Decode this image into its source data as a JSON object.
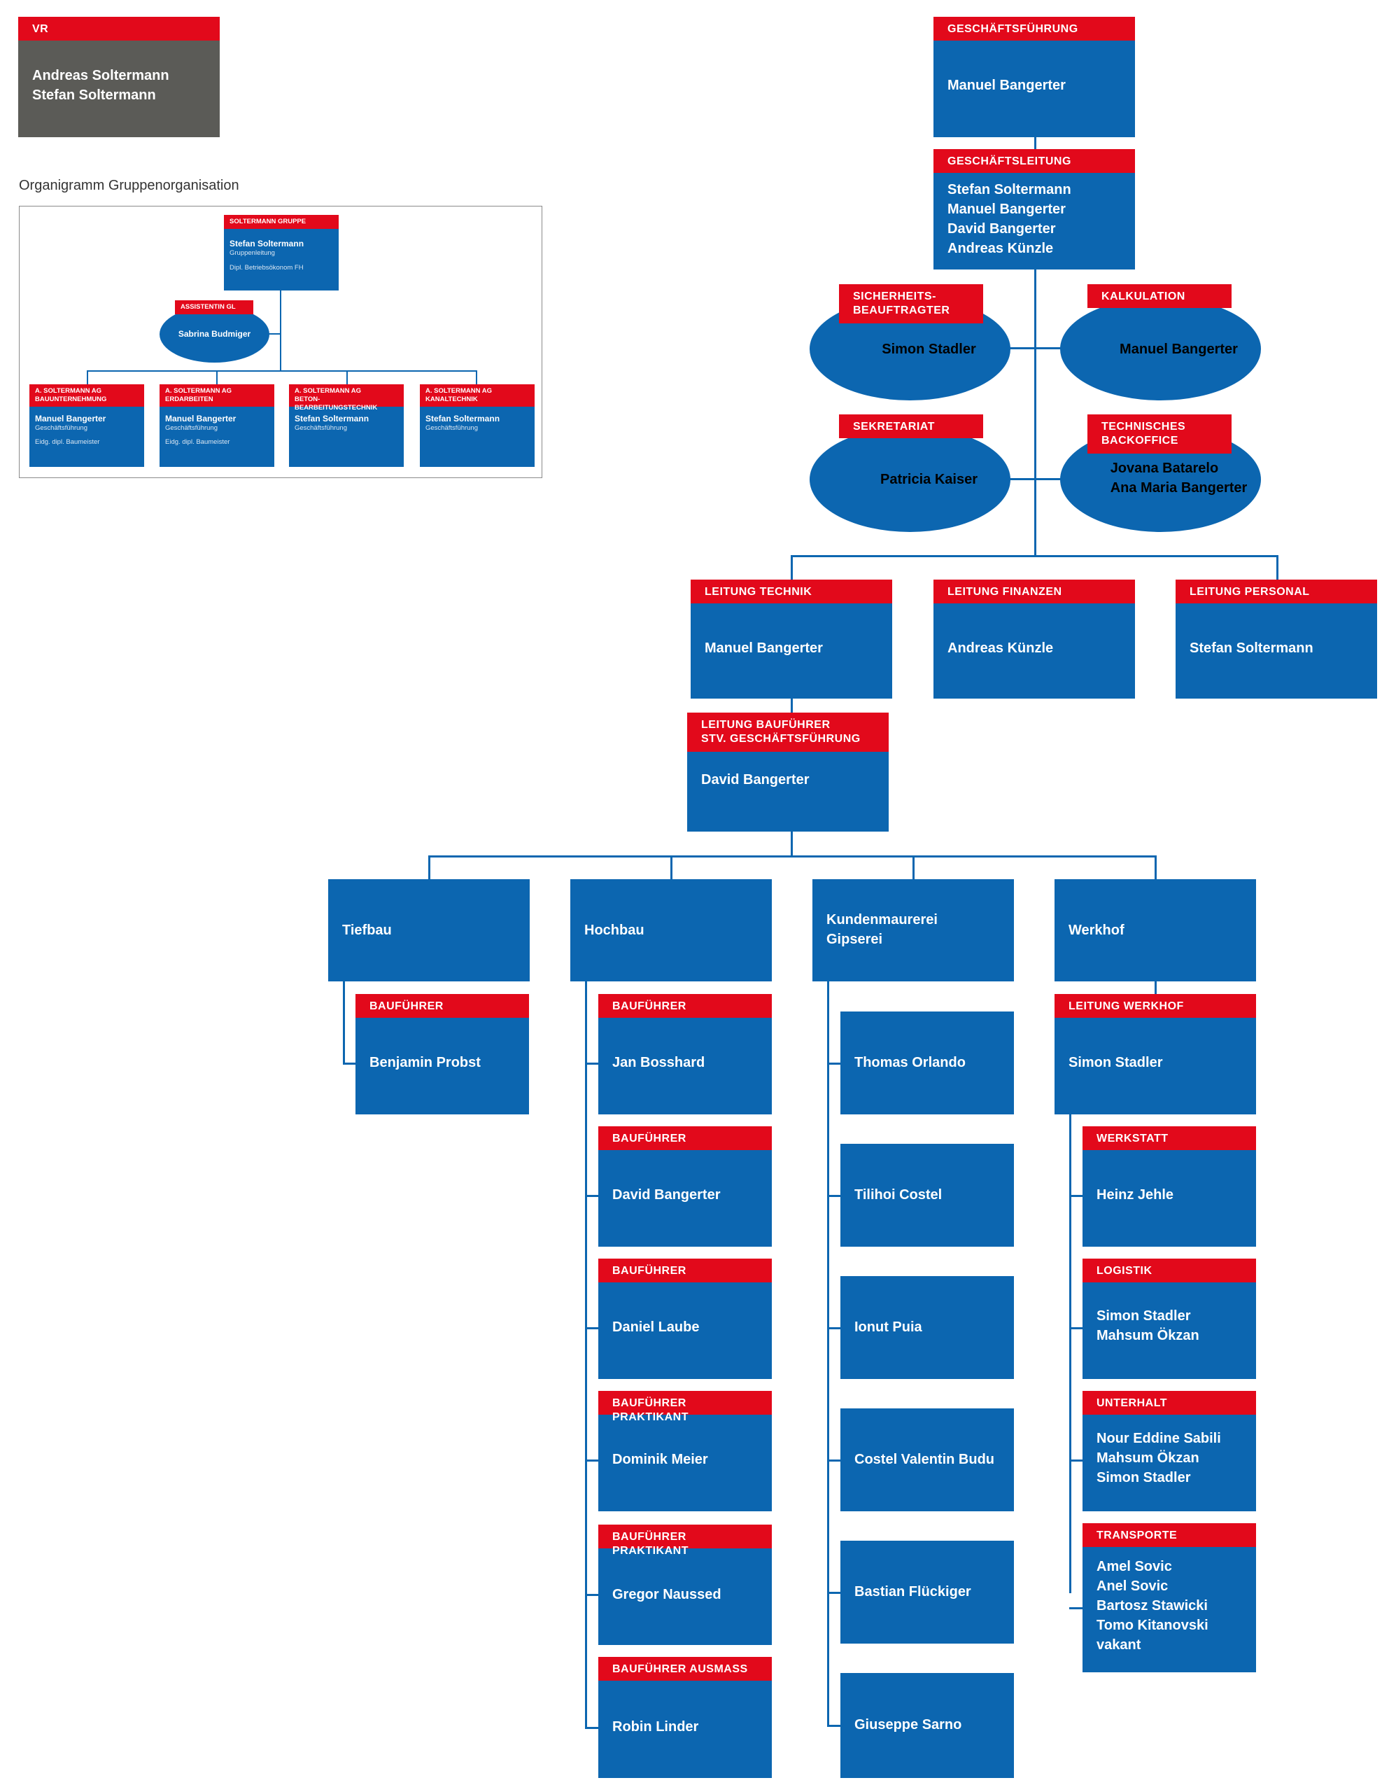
{
  "vr": {
    "title": "VR",
    "names": "Andreas Soltermann\nStefan Soltermann"
  },
  "group": {
    "caption": "Organigramm Gruppenorganisation",
    "top": {
      "title": "SOLTERMANN GRUPPE",
      "name": "Stefan Soltermann",
      "role": "Gruppenleitung",
      "degree": "Dipl. Betriebsökonom FH"
    },
    "assistant": {
      "title": "ASSISTENTIN GL",
      "name": "Sabrina Budmiger"
    },
    "companies": [
      {
        "title": "A. SOLTERMANN AG\nBAUUNTERNEHMUNG",
        "name": "Manuel Bangerter",
        "role": "Geschäftsführung",
        "degree": "Eidg. dipl. Baumeister"
      },
      {
        "title": "A. SOLTERMANN AG\nERDARBEITEN",
        "name": "Manuel Bangerter",
        "role": "Geschäftsführung",
        "degree": "Eidg. dipl. Baumeister"
      },
      {
        "title": "A. SOLTERMANN AG\nBETON-BEARBEITUNGSTECHNIK",
        "name": "Stefan Soltermann",
        "role": "Geschäftsführung",
        "degree": ""
      },
      {
        "title": "A. SOLTERMANN AG\nKANALTECHNIK",
        "name": "Stefan Soltermann",
        "role": "Geschäftsführung",
        "degree": ""
      }
    ]
  },
  "gf": {
    "title": "GESCHÄFTSFÜHRUNG",
    "names": "Manuel Bangerter"
  },
  "gl": {
    "title": "GESCHÄFTSLEITUNG",
    "names": "Stefan Soltermann\nManuel Bangerter\nDavid Bangerter\nAndreas Künzle"
  },
  "staff": {
    "safety": {
      "title": "SICHERHEITS-\nBEAUFTRAGTER",
      "names": "Simon Stadler"
    },
    "calc": {
      "title": "KALKULATION",
      "names": "Manuel Bangerter"
    },
    "secretary": {
      "title": "SEKRETARIAT",
      "names": "Patricia Kaiser"
    },
    "backoffice": {
      "title": "TECHNISCHES\nBACKOFFICE",
      "names": "Jovana Batarelo\nAna Maria Bangerter"
    }
  },
  "leads": {
    "technik": {
      "title": "LEITUNG TECHNIK",
      "names": "Manuel Bangerter"
    },
    "finanzen": {
      "title": "LEITUNG FINANZEN",
      "names": "Andreas Künzle"
    },
    "personal": {
      "title": "LEITUNG PERSONAL",
      "names": "Stefan Soltermann"
    }
  },
  "bauf": {
    "title": "LEITUNG BAUFÜHRER\nSTV. GESCHÄFTSFÜHRUNG",
    "names": "David Bangerter"
  },
  "divisions": {
    "tiefbau": "Tiefbau",
    "hochbau": "Hochbau",
    "kunden": "Kundenmaurerei\nGipserei",
    "werkhof": "Werkhof"
  },
  "tiefbau_staff": [
    {
      "title": "BAUFÜHRER",
      "names": "Benjamin Probst"
    }
  ],
  "hochbau_staff": [
    {
      "title": "BAUFÜHRER",
      "names": "Jan Bosshard"
    },
    {
      "title": "BAUFÜHRER",
      "names": "David Bangerter"
    },
    {
      "title": "BAUFÜHRER",
      "names": "Daniel Laube"
    },
    {
      "title": "BAUFÜHRER PRAKTIKANT",
      "names": "Dominik Meier"
    },
    {
      "title": "BAUFÜHRER PRAKTIKANT",
      "names": "Gregor Naussed"
    },
    {
      "title": "BAUFÜHRER AUSMASS",
      "names": "Robin Linder"
    }
  ],
  "kunden_staff": [
    "Thomas Orlando",
    "Tilihoi Costel",
    "Ionut Puia",
    "Costel Valentin Budu",
    "Bastian Flückiger",
    "Giuseppe Sarno"
  ],
  "werkhof_lead": {
    "title": "LEITUNG WERKHOF",
    "names": "Simon Stadler"
  },
  "werkhof_staff": [
    {
      "title": "WERKSTATT",
      "names": "Heinz Jehle"
    },
    {
      "title": "LOGISTIK",
      "names": "Simon Stadler\nMahsum Ökzan"
    },
    {
      "title": "UNTERHALT",
      "names": "Nour Eddine Sabili\nMahsum Ökzan\nSimon Stadler"
    },
    {
      "title": "TRANSPORTE",
      "names": "Amel Sovic\nAnel Sovic\nBartosz Stawicki\nTomo Kitanovski\nvakant"
    }
  ],
  "colors": {
    "blue": "#0c66b0",
    "red": "#e2091b",
    "gray": "#5b5b57"
  }
}
